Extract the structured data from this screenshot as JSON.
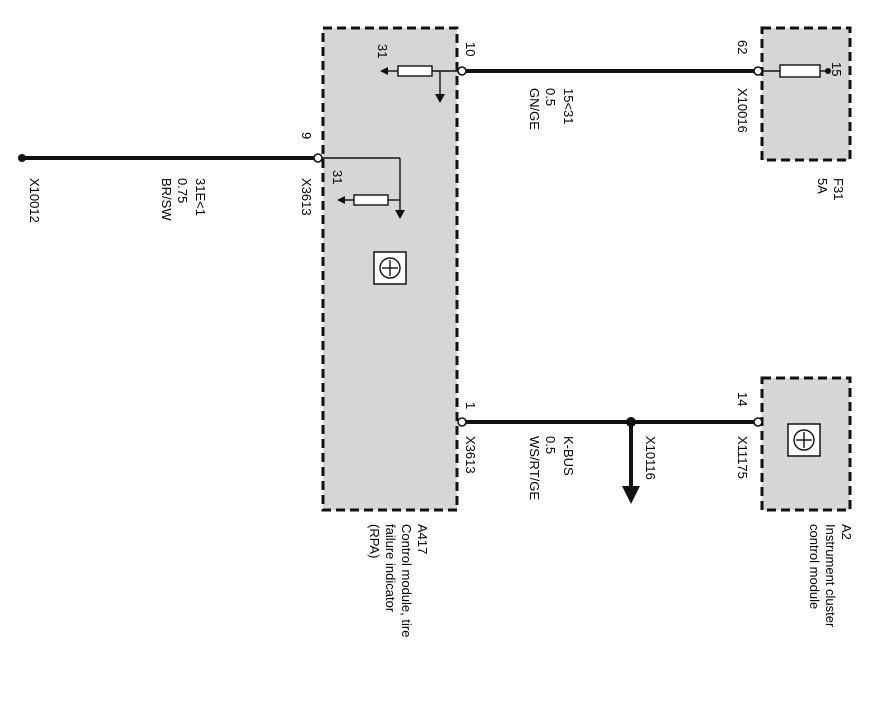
{
  "diagram": {
    "components": {
      "a417": {
        "id": "A417",
        "desc_line1": "Control module, tire",
        "desc_line2": "failure indicator",
        "desc_line3": "(RPA)",
        "ground_upper": "31",
        "ground_lower": "31"
      },
      "f31": {
        "id": "F31",
        "rating": "5A",
        "pin": "15"
      },
      "a2": {
        "id": "A2",
        "desc_line1": "Instrument cluster",
        "desc_line2": "control module"
      }
    },
    "wires": {
      "w_left": {
        "end_connector": "X10012",
        "signal": "31E<1",
        "gauge": "0.75",
        "color": "BR/SW",
        "pin": "9",
        "connector": "X3613"
      },
      "w_top": {
        "pin_a": "10",
        "pin_b": "62",
        "connector_b": "X10016",
        "signal": "15<31",
        "gauge": "0.5",
        "color": "GN/GE"
      },
      "w_bottom": {
        "pin_a": "1",
        "connector_a": "X3613",
        "signal": "K-BUS",
        "gauge": "0.5",
        "color": "WS/RT/GE",
        "splice": "X10116",
        "pin_b": "14",
        "connector_b": "X11175"
      }
    }
  }
}
